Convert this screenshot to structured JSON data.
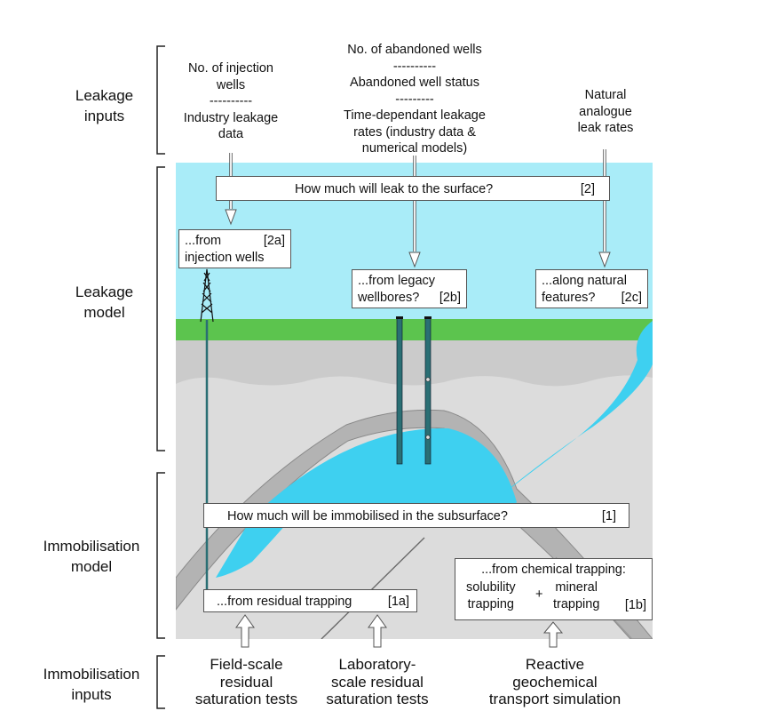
{
  "side_labels": {
    "leakage_inputs": "Leakage\ninputs",
    "leakage_model": "Leakage\nmodel",
    "immobilisation_model": "Immobilisation\nmodel",
    "immobilisation_inputs": "Immobilisation\ninputs"
  },
  "leakage_inputs": {
    "injection": "No. of injection\nwells\n----------\nIndustry leakage\ndata",
    "abandoned": "No. of abandoned wells\n----------\nAbandoned well status\n---------\nTime-dependant leakage\nrates (industry data &\nnumerical models)",
    "natural": "Natural\nanalogue\nleak rates"
  },
  "boxes": {
    "leak_question": "How much will leak to the surface?",
    "leak_ref": "[2]",
    "injection_text": "...from\ninjection wells",
    "injection_ref": "[2a]",
    "legacy_text": "...from legacy\nwellbores?",
    "legacy_ref": "[2b]",
    "natural_text": "...along natural\nfeatures?",
    "natural_ref": "[2c]",
    "immob_question": "How much will be immobilised in the subsurface?",
    "immob_ref": "[1]",
    "residual_text": "...from residual trapping",
    "residual_ref": "[1a]",
    "chemical_title": "...from chemical trapping:",
    "solubility": "solubility\ntrapping",
    "plus": "+",
    "mineral": "mineral\ntrapping",
    "chemical_ref": "[1b]"
  },
  "immobilisation_inputs": {
    "field": "Field-scale\nresidual\nsaturation tests",
    "lab": "Laboratory-\nscale residual\nsaturation tests",
    "reactive": "Reactive\ngeochemical\ntransport simulation"
  },
  "colors": {
    "sky": "#a9ecf8",
    "surface": "#5cc44e",
    "ground": "#dcdcdc",
    "rock_band": "#cfcfcf",
    "caprock": "#b3b3b3",
    "co2": "#3ed0f0",
    "well": "#2a6f74"
  }
}
